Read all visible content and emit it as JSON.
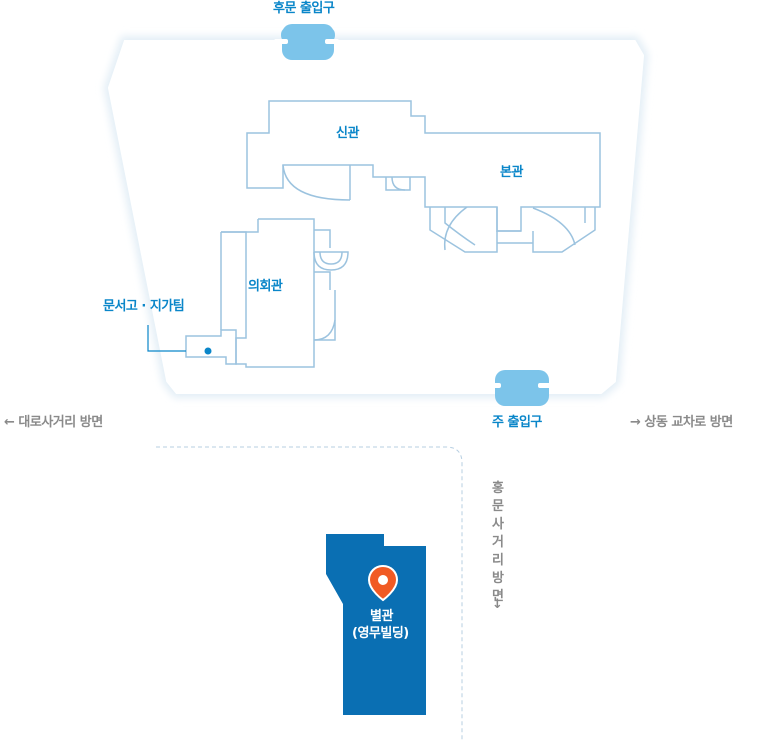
{
  "map": {
    "gates": {
      "rear": "후문 출입구",
      "main": "주 출입구"
    },
    "buildings": {
      "new_hall": "신관",
      "main_hall": "본관",
      "council_hall": "의회관",
      "archive": "문서고 · 지가팀",
      "annex_line1": "별관",
      "annex_line2": "(영무빌딩)"
    },
    "directions": {
      "left": "← 대로사거리 방면",
      "right": "→ 상동 교차로 방면",
      "down_text": "홍문사거리 방면",
      "down_arrow": "↓"
    },
    "colors": {
      "accent": "#0a86c9",
      "outline": "#9cc3df",
      "gate": "#7cc4ea",
      "annex": "#0a6fb3",
      "marker": "#f15a24"
    },
    "icons": {
      "marker": "location-pin-icon"
    }
  }
}
